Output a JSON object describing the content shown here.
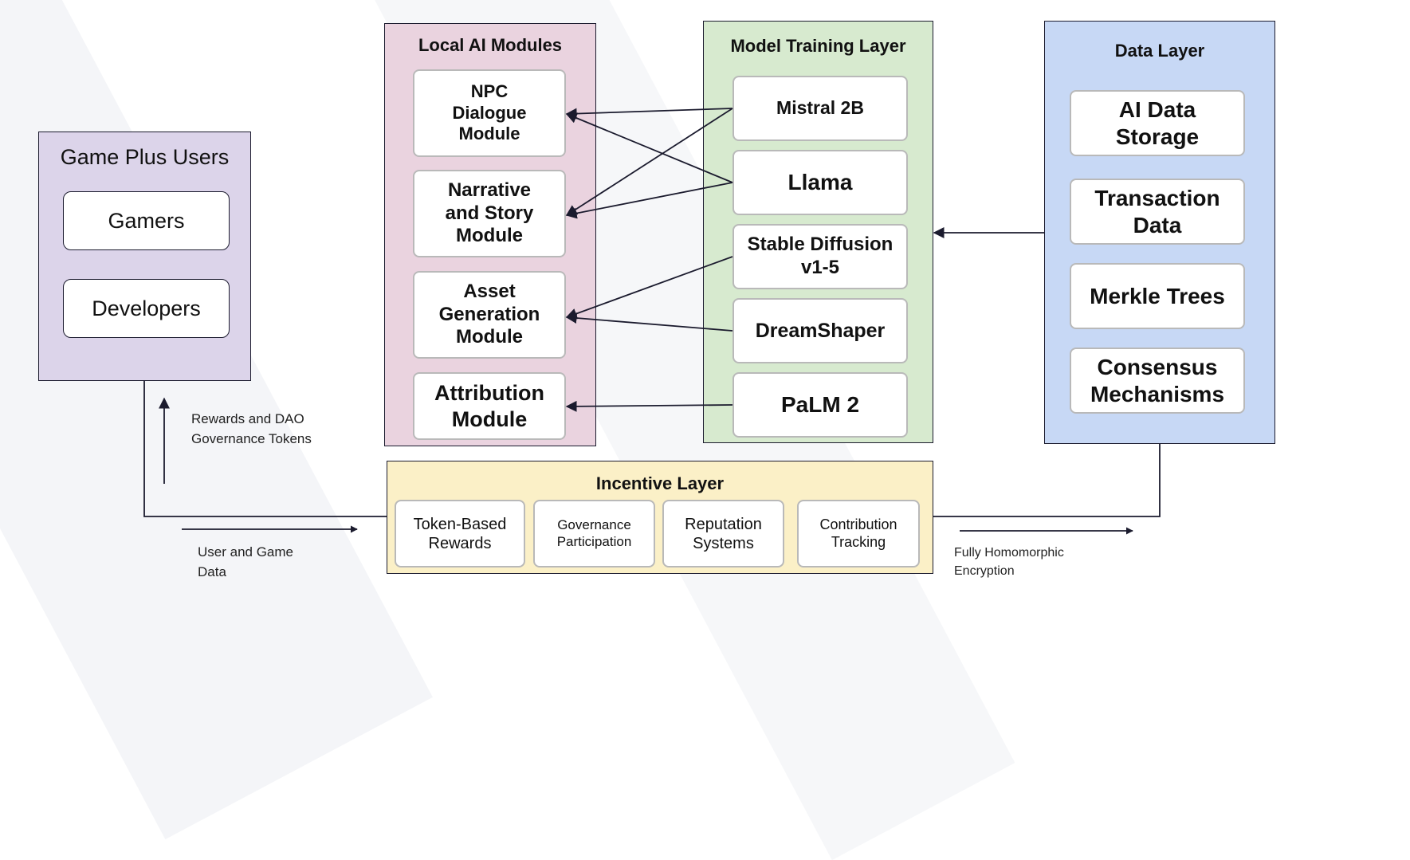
{
  "users": {
    "title": "Game Plus Users",
    "items": [
      "Gamers",
      "Developers"
    ]
  },
  "local_ai": {
    "title": "Local AI Modules",
    "items": [
      "NPC Dialogue Module",
      "Narrative and Story Module",
      "Asset Generation Module",
      "Attribution Module"
    ]
  },
  "training": {
    "title": "Model Training Layer",
    "items": [
      "Mistral 2B",
      "Llama",
      "Stable Diffusion v1-5",
      "DreamShaper",
      "PaLM 2"
    ]
  },
  "data_layer": {
    "title": "Data Layer",
    "items": [
      "AI Data Storage",
      "Transaction Data",
      "Merkle Trees",
      "Consensus Mechanisms"
    ]
  },
  "incentive": {
    "title": "Incentive Layer",
    "items": [
      "Token-Based Rewards",
      "Governance Participation",
      "Reputation Systems",
      "Contribution Tracking"
    ]
  },
  "labels": {
    "rewards_line1": "Rewards and DAO",
    "rewards_line2": "Governance Tokens",
    "userdata_line1": "User and Game",
    "userdata_line2": "Data",
    "fhe_line1": "Fully Homomorphic",
    "fhe_line2": "Encryption"
  },
  "colors": {
    "users_fill": "#dcd4ea",
    "local_ai_fill": "#ead3df",
    "training_fill": "#d7eacf",
    "data_fill": "#c7d8f5",
    "incentive_fill": "#fbf0c7",
    "line": "#1b1b2e"
  }
}
